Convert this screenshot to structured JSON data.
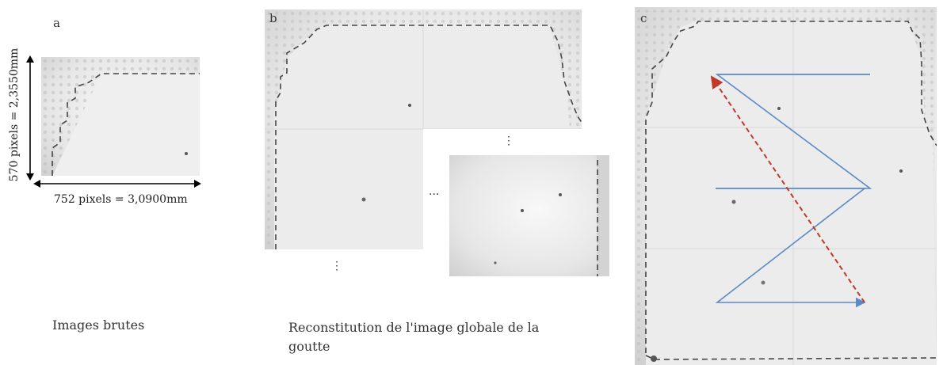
{
  "panels": {
    "a": {
      "letter": "a",
      "height_label": "570 pixels = 2,3550mm",
      "width_label": "752 pixels = 3,0900mm",
      "caption": "Images brutes"
    },
    "b": {
      "letter": "b",
      "caption": "Reconstitution de l'image globale de la goutte",
      "ellipsis_vertical": "⋮",
      "ellipsis_horizontal": "···"
    },
    "c": {
      "letter": "c"
    }
  },
  "colors": {
    "dashed_outline": "#444444",
    "scan_path": "#5b8ac6",
    "return_path": "#c0392b",
    "dot_pattern": "#b9b9b9"
  }
}
